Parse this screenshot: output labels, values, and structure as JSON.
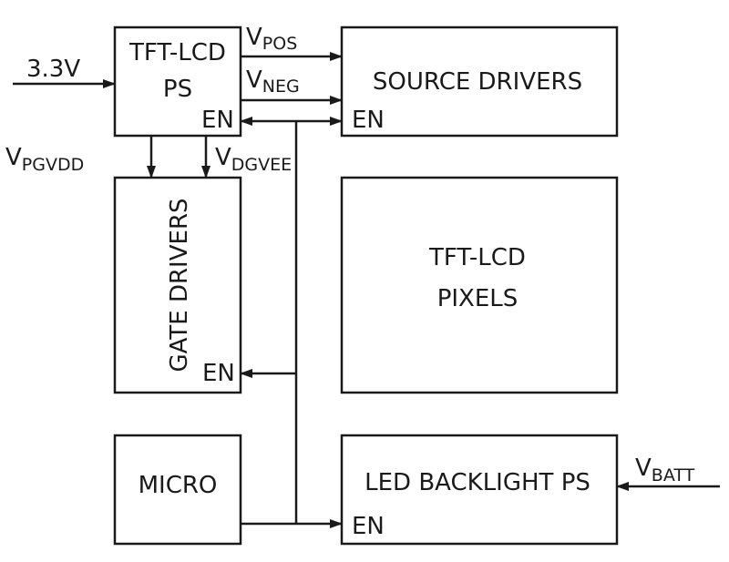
{
  "blocks": {
    "tft_ps": {
      "line1": "TFT-LCD",
      "line2": "PS",
      "en": "EN"
    },
    "source_drivers": {
      "label": "SOURCE DRIVERS",
      "en": "EN"
    },
    "gate_drivers": {
      "label": "GATE DRIVERS",
      "en": "EN"
    },
    "pixels": {
      "line1": "TFT-LCD",
      "line2": "PIXELS"
    },
    "micro": {
      "label": "MICRO"
    },
    "backlight": {
      "label": "LED BACKLIGHT PS",
      "en": "EN"
    }
  },
  "signals": {
    "input_3v3": "3.3V",
    "vpos": {
      "main": "V",
      "sub": "POS"
    },
    "vneg": {
      "main": "V",
      "sub": "NEG"
    },
    "vpgvdd": {
      "main": "V",
      "sub": "PGVDD"
    },
    "vdgvee": {
      "main": "V",
      "sub": "DGVEE"
    },
    "vbatt": {
      "main": "V",
      "sub": "BATT"
    }
  }
}
